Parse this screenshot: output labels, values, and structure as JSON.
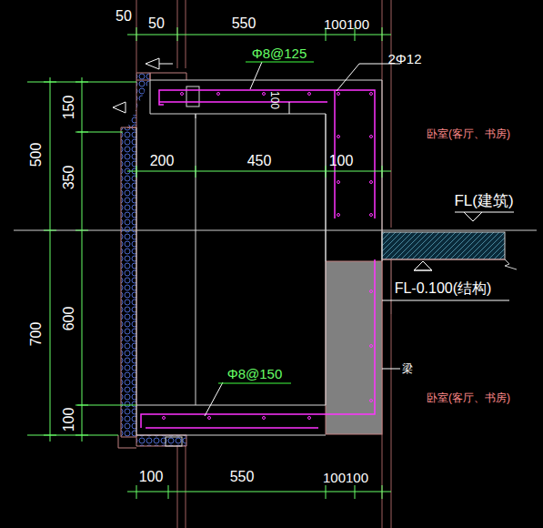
{
  "diagram": {
    "labels": [
      "50",
      "50",
      "550",
      "100100",
      "Φ8@125",
      "2Φ12",
      "100",
      "500",
      "150",
      "350",
      "200",
      "450",
      "100",
      "FL(建筑)",
      "FL-0.100(结构)",
      "卧室(客厅、书房)",
      "700",
      "600",
      "梁",
      "Φ8@150",
      "卧室(客厅、书房)",
      "100",
      "100",
      "550",
      "100100"
    ]
  }
}
